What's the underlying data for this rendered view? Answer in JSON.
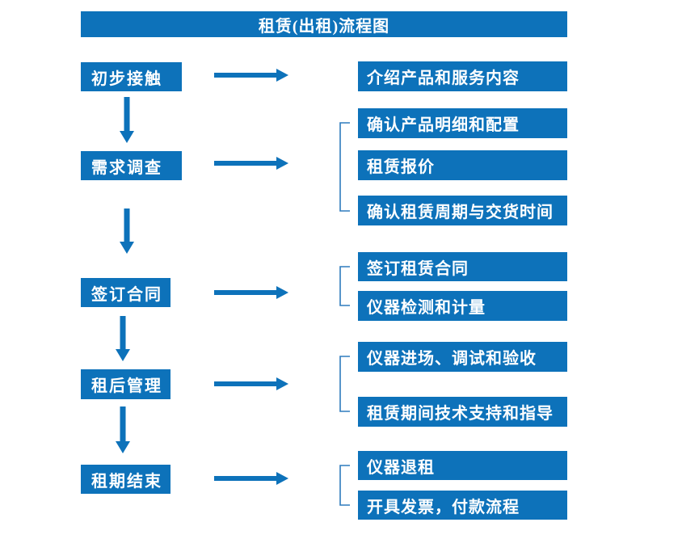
{
  "title": "租赁(出租)流程图",
  "colors": {
    "accent": "#0d72ba",
    "text_on_accent": "#ffffff",
    "background": "#ffffff"
  },
  "chart_type": "flowchart",
  "flow": [
    {
      "step": "初步接触",
      "details": [
        "介绍产品和服务内容"
      ]
    },
    {
      "step": "需求调查",
      "details": [
        "确认产品明细和配置",
        "租赁报价",
        "确认租赁周期与交货时间"
      ]
    },
    {
      "step": "签订合同",
      "details": [
        "签订租赁合同",
        "仪器检测和计量"
      ]
    },
    {
      "step": "租后管理",
      "details": [
        "仪器进场、调试和验收",
        "租赁期间技术支持和指导"
      ]
    },
    {
      "step": "租期结束",
      "details": [
        "仪器退租",
        "开具发票，付款流程"
      ]
    }
  ]
}
